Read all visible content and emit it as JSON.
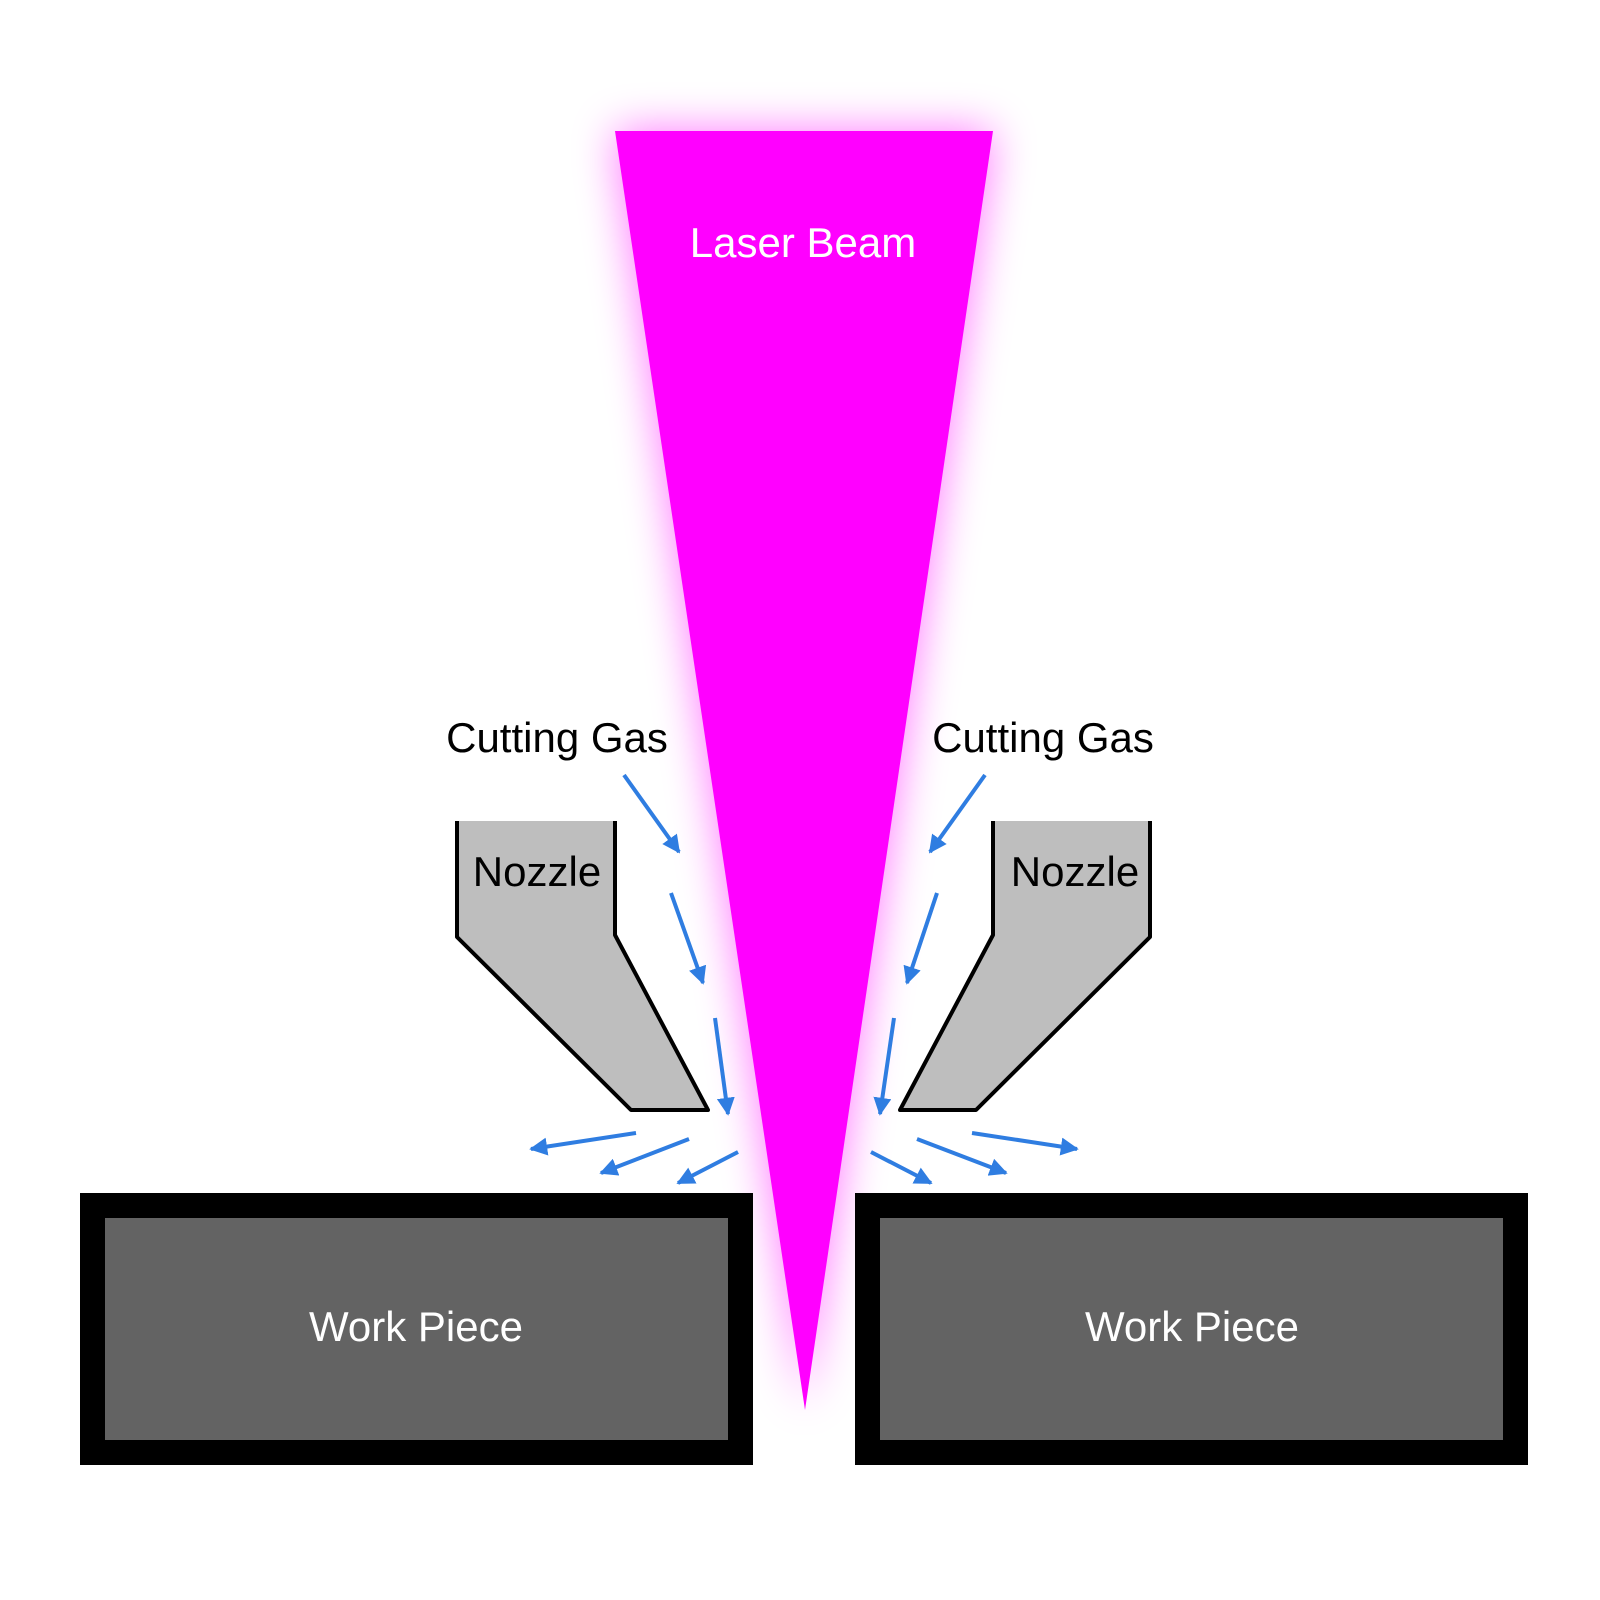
{
  "labels": {
    "laser_beam": "Laser Beam",
    "cutting_gas_left": "Cutting Gas",
    "cutting_gas_right": "Cutting Gas",
    "nozzle_left": "Nozzle",
    "nozzle_right": "Nozzle",
    "work_piece_left": "Work Piece",
    "work_piece_right": "Work Piece"
  },
  "colors": {
    "beam": "#ff00ff",
    "arrow": "#2f7de1",
    "nozzle": "#bebebe",
    "work_piece": "#636363",
    "border": "#000000"
  }
}
